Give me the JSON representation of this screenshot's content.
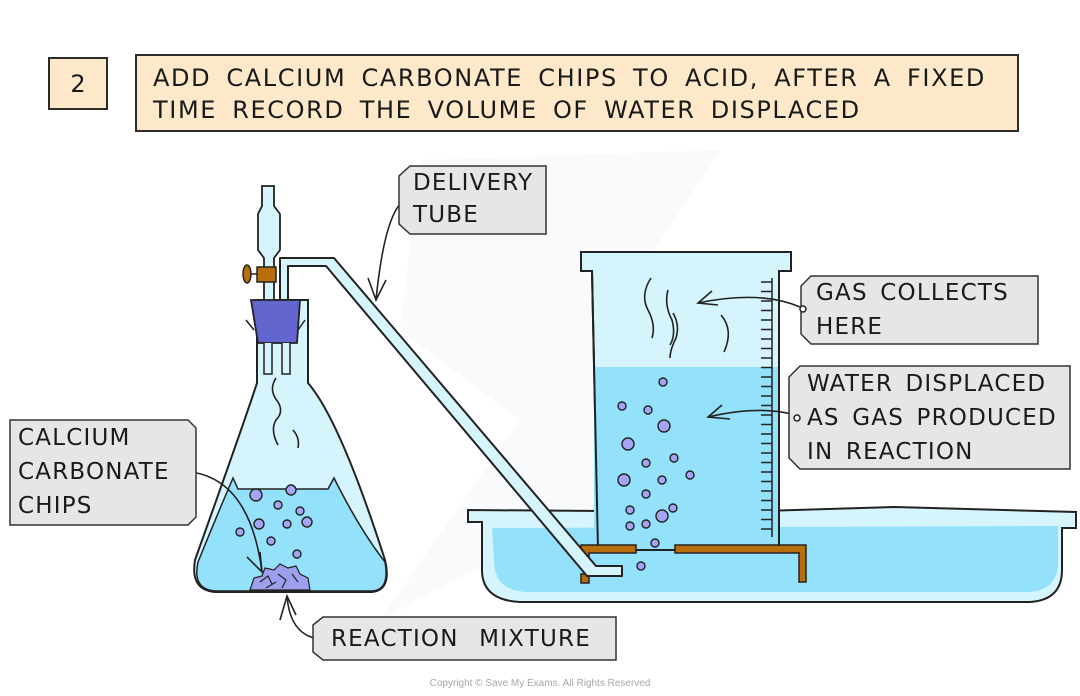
{
  "step": {
    "number": "2",
    "instruction_lines": [
      "ADD CALCIUM CARBONATE CHIPS TO ACID, AFTER A FIXED",
      "TIME RECORD THE VOLUME OF WATER DISPLACED"
    ]
  },
  "labels": {
    "delivery_tube": [
      "DELIVERY",
      "TUBE"
    ],
    "calcium_carbonate": [
      "CALCIUM",
      "CARBONATE",
      "CHIPS"
    ],
    "reaction_mixture": [
      "REACTION MIXTURE"
    ],
    "gas_collects": [
      "GAS COLLECTS",
      "HERE"
    ],
    "water_displaced": [
      "WATER DISPLACED",
      "AS GAS PRODUCED",
      "IN REACTION"
    ]
  },
  "colors": {
    "instruction_bg": "#fde9c9",
    "label_bg": "#e6e6e6",
    "glass": "#d5f4fc",
    "liquid": "#94e1fc",
    "bung": "#6366cf",
    "tap": "#b86e0a",
    "bubble": "#a5a5f5",
    "chips": "#9f9ff0",
    "outline": "#222222"
  },
  "footer": {
    "copyright": "Copyright © Save My Exams. All Rights Reserved"
  }
}
